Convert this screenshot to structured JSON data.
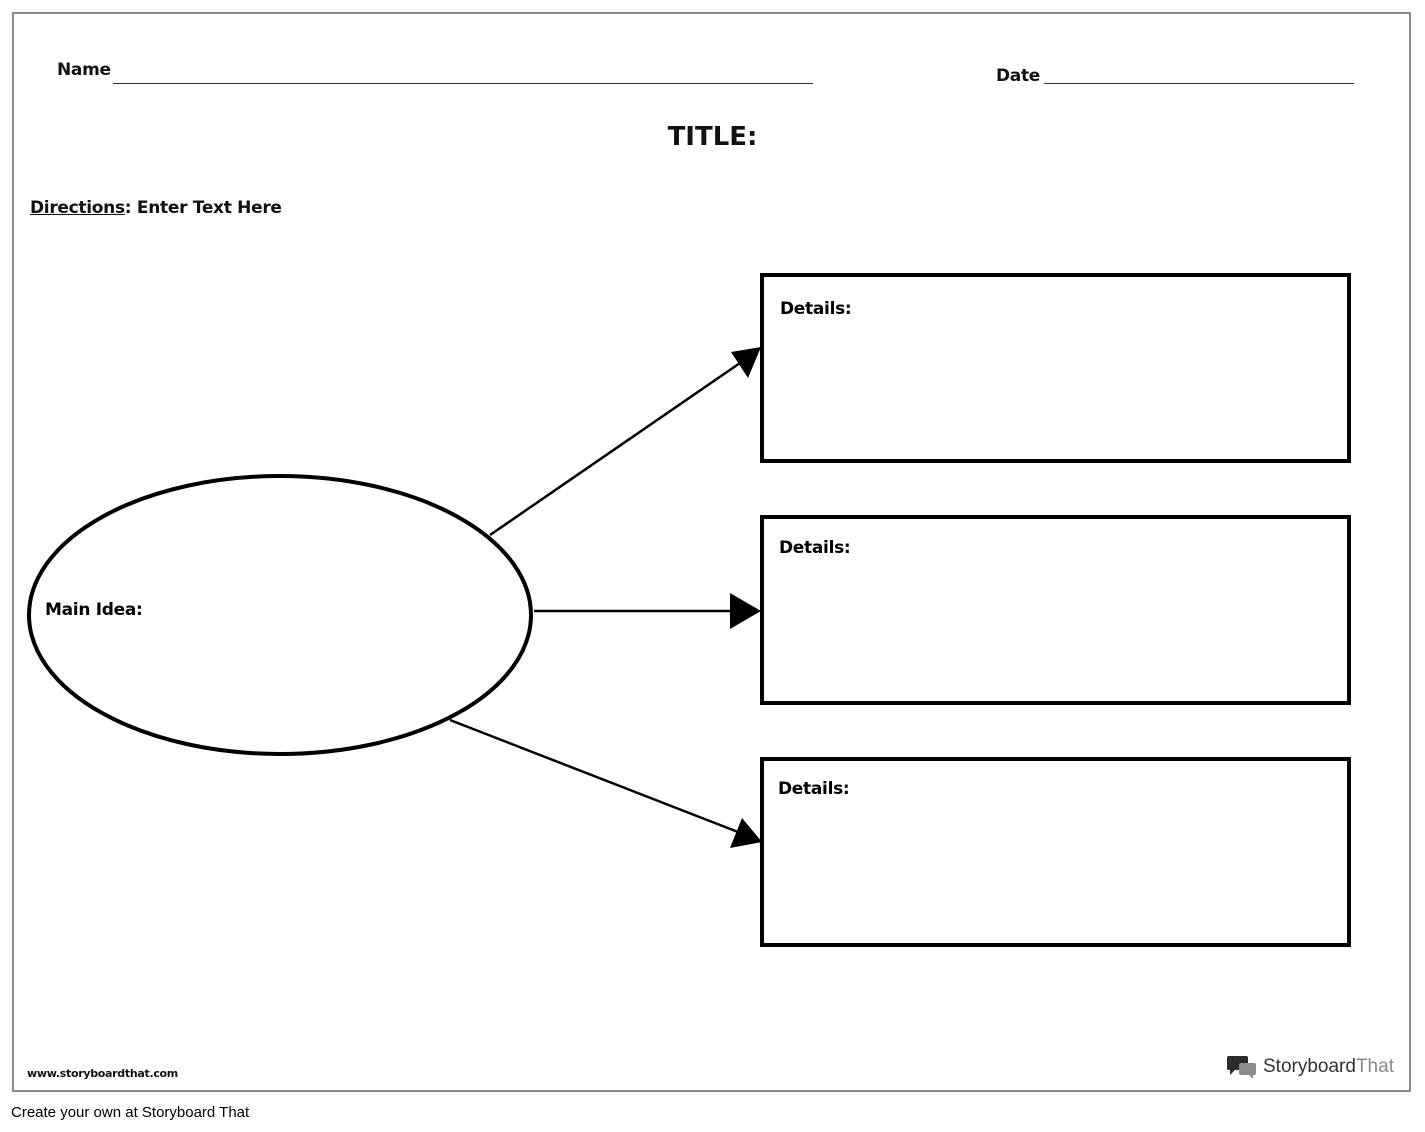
{
  "header": {
    "name_label": "Name",
    "date_label": "Date",
    "title": "TITLE:",
    "directions_key": "Directions",
    "directions_text": ": Enter Text Here"
  },
  "diagram": {
    "main_idea_label": "Main Idea:",
    "details": [
      {
        "label": "Details:"
      },
      {
        "label": "Details:"
      },
      {
        "label": "Details:"
      }
    ]
  },
  "footer": {
    "website": "www.storyboardthat.com",
    "brand_primary": "Storyboard",
    "brand_secondary": "That",
    "caption": "Create your own at Storyboard That"
  },
  "colors": {
    "stroke": "#000000",
    "sheet_border": "#8a8a8a",
    "brand_dark": "#333333",
    "brand_light": "#888888"
  },
  "icons": {
    "brand_logo": "speech-bubbles-icon"
  }
}
